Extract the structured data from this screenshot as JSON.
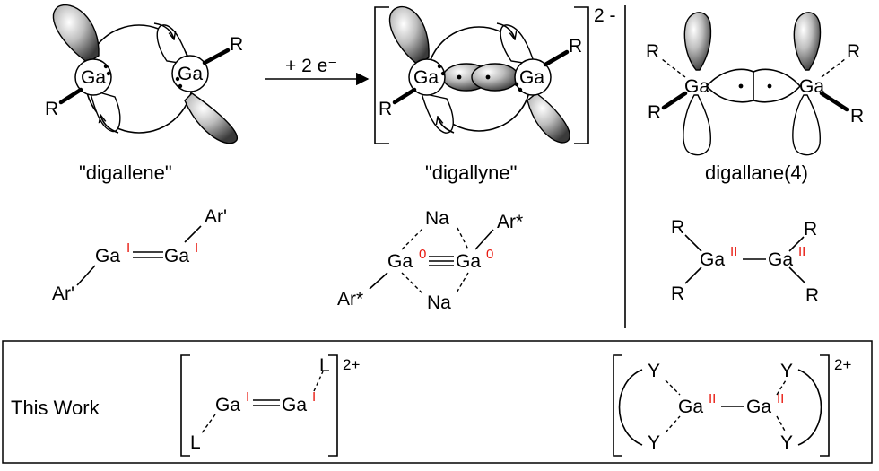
{
  "top": {
    "digallene": {
      "caption": "\"digallene\"",
      "atom": "Ga",
      "substituent": "R"
    },
    "arrow_label": "+ 2 e⁻",
    "digallyne": {
      "caption": "\"digallyne\"",
      "atom": "Ga",
      "substituent": "R",
      "charge": "2 -"
    },
    "digallane": {
      "caption": "digallane(4)",
      "atom": "Ga",
      "substituent": "R"
    }
  },
  "middle": {
    "digallene_struct": {
      "atom": "Ga",
      "ox": "I",
      "ligand": "Ar'"
    },
    "digallyne_struct": {
      "atom": "Ga",
      "ox": "0",
      "ligand": "Ar*",
      "counter": "Na"
    },
    "digallane_struct": {
      "atom": "Ga",
      "ox": "II",
      "ligand": "R"
    }
  },
  "this_work": {
    "label": "This Work",
    "left": {
      "atom": "Ga",
      "ox": "I",
      "ligand": "L",
      "charge": "2+"
    },
    "right": {
      "atom": "Ga",
      "ox": "II",
      "ligand": "Y",
      "charge": "2+"
    }
  }
}
